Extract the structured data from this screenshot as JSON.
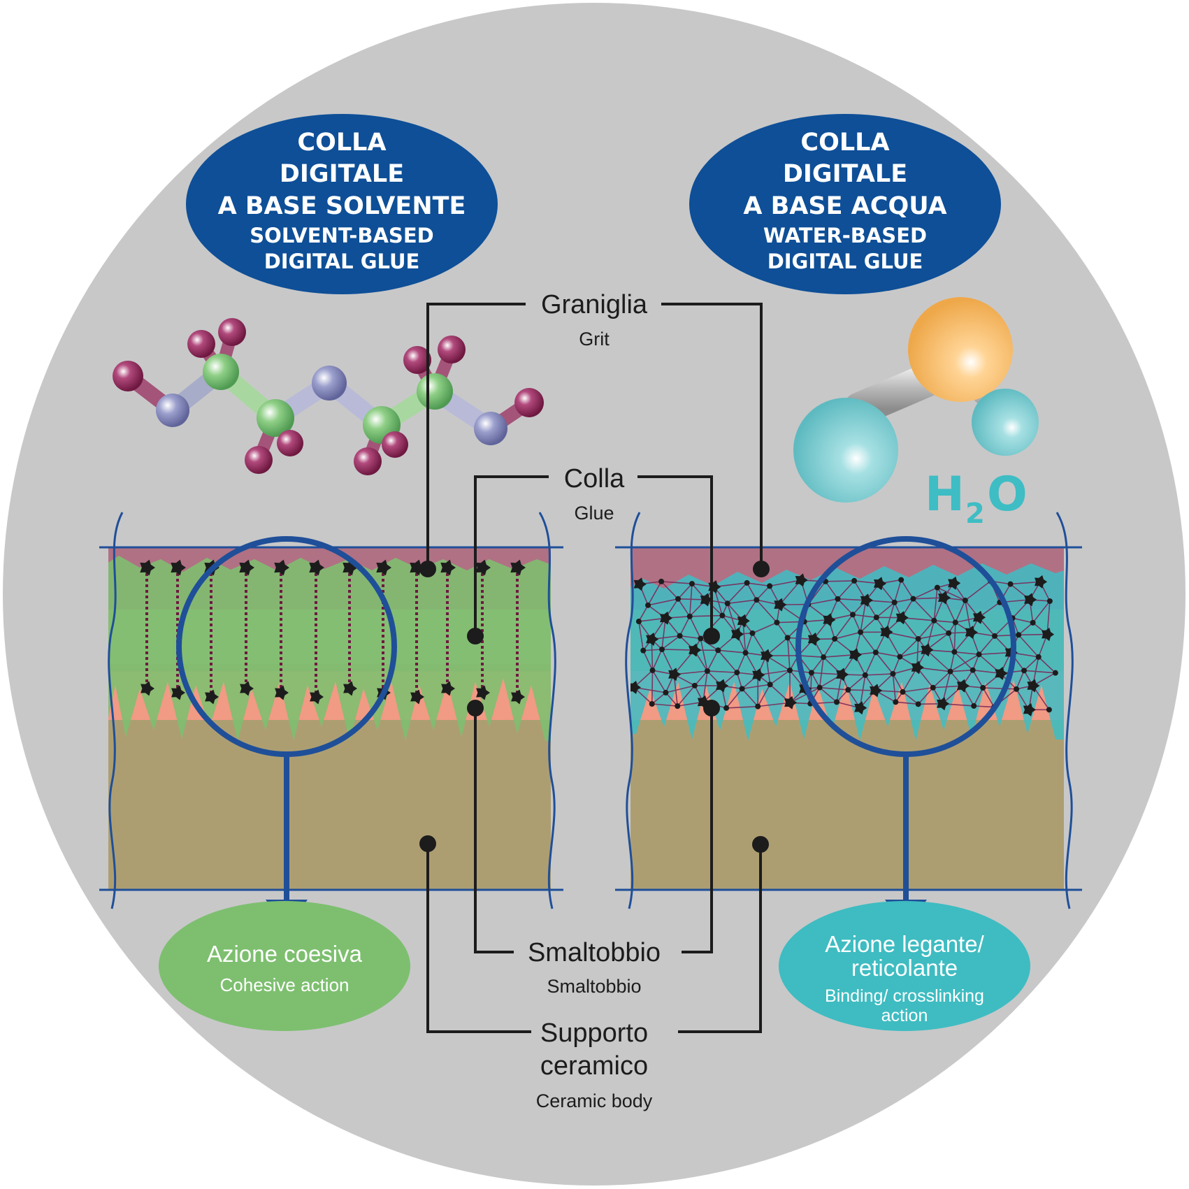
{
  "left_title": {
    "line1": "COLLA",
    "line2": "DIGITALE",
    "line3": "A BASE SOLVENTE",
    "line4": "SOLVENT-BASED",
    "line5": "DIGITAL GLUE"
  },
  "right_title": {
    "line1": "COLLA",
    "line2": "DIGITALE",
    "line3": "A BASE ACQUA",
    "line4": "WATER-BASED",
    "line5": "DIGITAL GLUE"
  },
  "labels": {
    "grit_it": "Graniglia",
    "grit_en": "Grit",
    "glue_it": "Colla",
    "glue_en": "Glue",
    "engobe_it": "Smaltobbio",
    "engobe_en": "Smaltobbio",
    "body_it_1": "Supporto",
    "body_it_2": "ceramico",
    "body_en": "Ceramic body"
  },
  "left_action": {
    "it": "Azione coesiva",
    "en": "Cohesive action"
  },
  "right_action": {
    "it_1": "Azione legante/",
    "it_2": "reticolante",
    "en_1": "Binding/ crosslinking",
    "en_2": "action"
  },
  "water": {
    "h": "H",
    "sub": "2",
    "o": "O"
  },
  "colors": {
    "background_disc": "#c8c8c9",
    "title_oval": "#0e4f97",
    "grit_layer": "#b07184",
    "glue_solvent": "#7dbf6f",
    "glue_water": "#3ebdc4",
    "engobe": "#f19a84",
    "ceramic_body": "#ad9e72",
    "outline_blue": "#1f4f98",
    "cohesive_oval": "#7dbf6f",
    "binding_oval": "#3ebcc1"
  }
}
